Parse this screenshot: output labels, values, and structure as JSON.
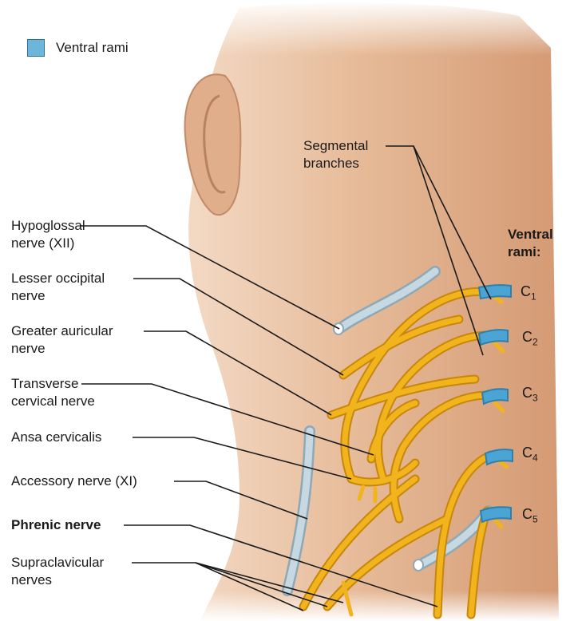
{
  "legend": {
    "label": "Ventral rami",
    "color": "#6bb6d9"
  },
  "side_heading": {
    "line1": "Ventral",
    "line2": "rami:"
  },
  "segmental": {
    "line1": "Segmental",
    "line2": "branches"
  },
  "left_labels": [
    {
      "line1": "Hypoglossal",
      "line2": "nerve (XII)"
    },
    {
      "line1": "Lesser occipital",
      "line2": "nerve"
    },
    {
      "line1": "Greater auricular",
      "line2": "nerve"
    },
    {
      "line1": "Transverse",
      "line2": "cervical nerve"
    },
    {
      "line1": "Ansa cervicalis",
      "line2": ""
    },
    {
      "line1": "Accessory nerve (XI)",
      "line2": ""
    },
    {
      "line1": "Phrenic nerve",
      "line2": ""
    },
    {
      "line1": "Supraclavicular",
      "line2": "nerves"
    }
  ],
  "rami": [
    {
      "letter": "C",
      "num": "1"
    },
    {
      "letter": "C",
      "num": "2"
    },
    {
      "letter": "C",
      "num": "3"
    },
    {
      "letter": "C",
      "num": "4"
    },
    {
      "letter": "C",
      "num": "5"
    }
  ],
  "colors": {
    "skin": "#e6b896",
    "skin_dark": "#c98c69",
    "nerve": "#f2b41c",
    "nerve_edge": "#c8860a",
    "ramus_blue": "#4aa5d4",
    "gray_nerve": "#a9c0cc"
  }
}
